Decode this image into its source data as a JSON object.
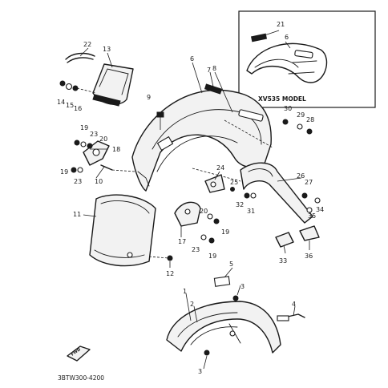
{
  "diagram": {
    "drawing_code": "3BTW300-4200",
    "inset_title": "XV535 MODEL",
    "front_arrow_label": "FWD",
    "callouts": {
      "c1": "1",
      "c2": "2",
      "c3a": "3",
      "c3b": "3",
      "c4": "4",
      "c5": "5",
      "c6": "6",
      "c6_inset": "6",
      "c7": "7",
      "c8": "8",
      "c9": "9",
      "c10": "10",
      "c11": "11",
      "c12": "12",
      "c13": "13",
      "c14": "14",
      "c15": "15",
      "c16": "16",
      "c17": "17",
      "c18": "18",
      "c19a": "19",
      "c19b": "19",
      "c19c": "19",
      "c19d": "19",
      "c20a": "20",
      "c20b": "20",
      "c21": "21",
      "c22": "22",
      "c23a": "23",
      "c23b": "23",
      "c23c": "23",
      "c24": "24",
      "c25": "25",
      "c26": "26",
      "c27": "27",
      "c28": "28",
      "c29": "29",
      "c30": "30",
      "c31": "31",
      "c32": "32",
      "c33": "33",
      "c34": "34",
      "c35": "35",
      "c36": "36"
    }
  }
}
